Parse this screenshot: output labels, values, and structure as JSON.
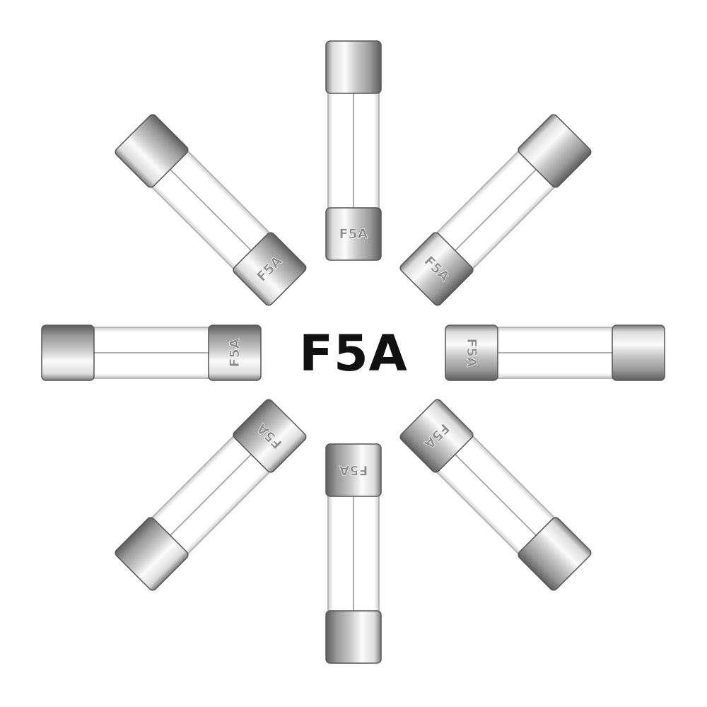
{
  "center_label": "F5A",
  "cap_marking": "F5A",
  "fuse_count": 8,
  "colors": {
    "background": "#ffffff",
    "label": "#111111",
    "cap_light": "#f4f4f4",
    "cap_mid": "#b9b9b9",
    "cap_dark": "#6e6e6e",
    "glass_outline": "#b5b5b5",
    "filament": "#9a9a9a"
  }
}
